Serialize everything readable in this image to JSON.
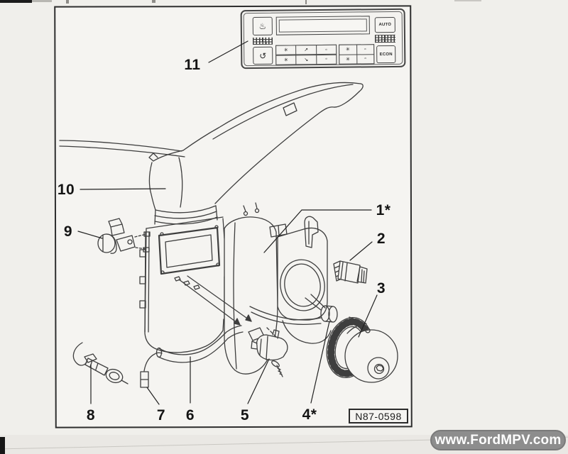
{
  "figure": {
    "ref_label": "N87-0598"
  },
  "watermark": {
    "text": "www.FordMPV.com"
  },
  "control_panel": {
    "auto_label": "AUTO",
    "econ_label": "ECON",
    "defrost_glyph": "♨",
    "recirc_glyph": "↺",
    "grid_a": [
      [
        "✳",
        "↗",
        "▫"
      ],
      [
        "✳",
        "↘",
        "▫"
      ]
    ],
    "grid_b": [
      [
        "✳",
        "▫"
      ],
      [
        "✳",
        "▫"
      ]
    ]
  },
  "callouts": {
    "p1": "1*",
    "p2": "2",
    "p3": "3",
    "p4": "4*",
    "p5": "5",
    "p6": "6",
    "p7": "7",
    "p8": "8",
    "p9": "9",
    "p10": "10",
    "p11": "11"
  }
}
